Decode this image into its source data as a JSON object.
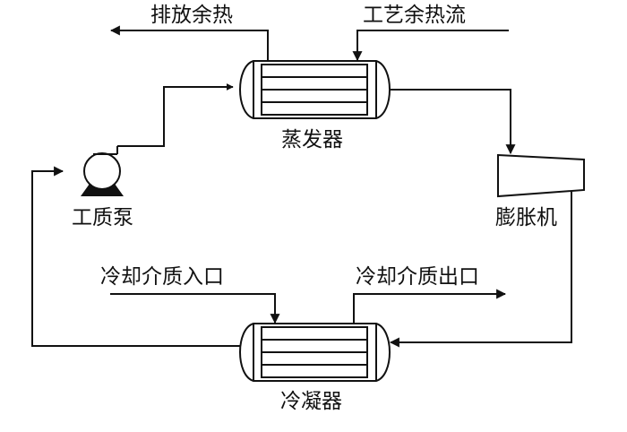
{
  "labels": {
    "exhaust_waste_heat": "排放余热",
    "process_waste_heat_stream": "工艺余热流",
    "evaporator": "蒸发器",
    "working_fluid_pump": "工质泵",
    "expander": "膨胀机",
    "coolant_inlet": "冷却介质入口",
    "coolant_outlet": "冷却介质出口",
    "condenser": "冷凝器"
  }
}
